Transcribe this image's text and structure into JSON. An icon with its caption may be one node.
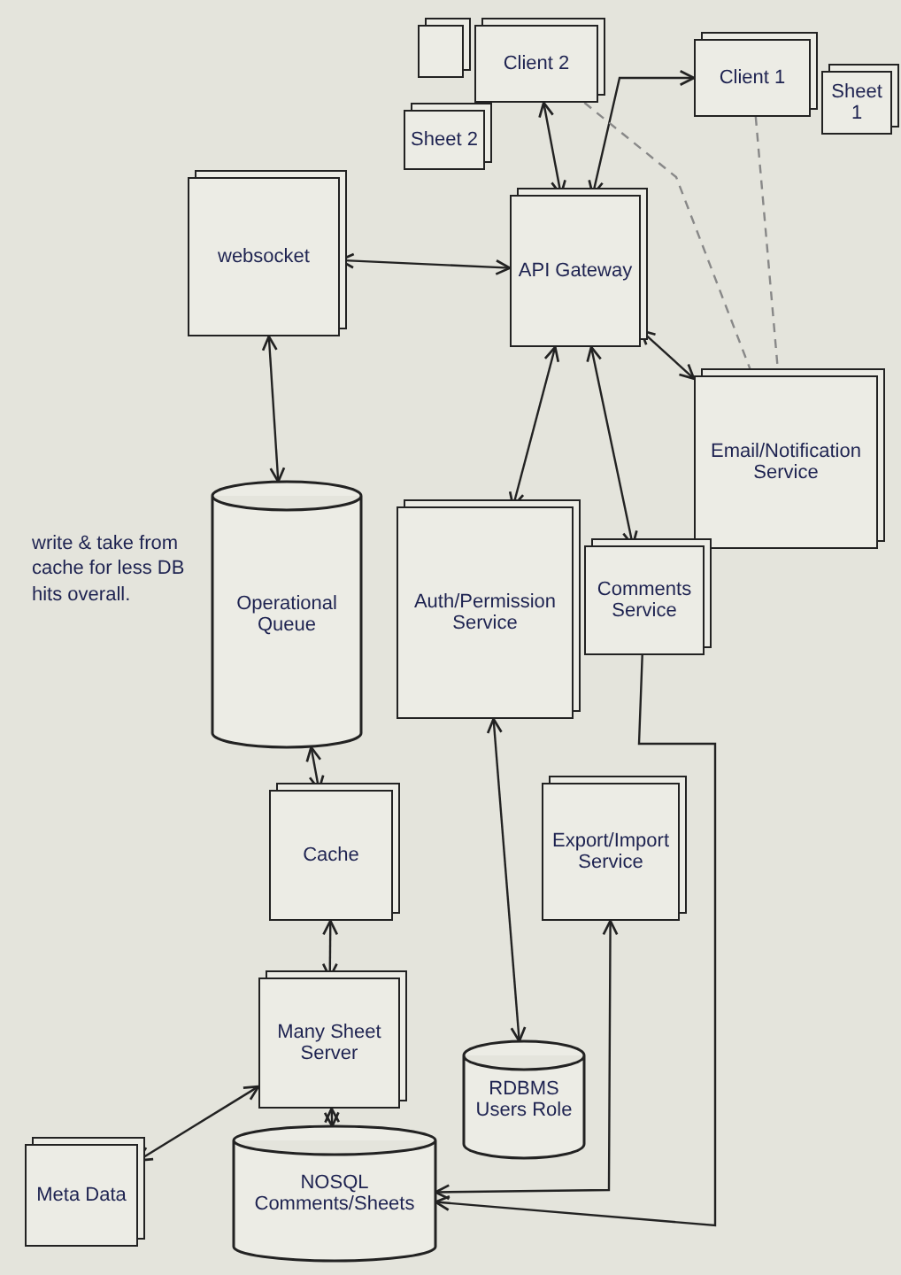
{
  "diagram": {
    "nodes": [
      {
        "text": [],
        "shape": "box"
      },
      {
        "text": [
          "Client 2"
        ]
      },
      {
        "text": [
          "Sheet 2"
        ]
      },
      {
        "text": [
          "Client 1"
        ]
      },
      {
        "text": [
          "Sheet 1"
        ]
      },
      {
        "text": [
          "API Gateway"
        ]
      },
      {
        "text": [
          "websocket"
        ]
      },
      {
        "text": [
          "Email/Notification Service"
        ]
      },
      {
        "text": [
          "Operational Queue"
        ]
      },
      {
        "text": [
          "Auth/Permission Service"
        ]
      },
      {
        "text": [
          "Comments Service"
        ]
      },
      {
        "text": [
          "Cache"
        ]
      },
      {
        "text": [
          "Export/Import Service"
        ]
      },
      {
        "text": [
          "Many Sheet Server"
        ]
      },
      {
        "text": [
          "NOSQL Comments/Sheets"
        ]
      },
      {
        "text": [
          "RDBMS Users Role"
        ]
      },
      {
        "text": [
          "Meta Data"
        ]
      }
    ],
    "edges": [
      {
        "from": 1,
        "to": 5,
        "arrow": "both"
      },
      {
        "from": 3,
        "to": 5,
        "arrow": "both"
      },
      {
        "from": 1,
        "to": 7,
        "arrow": "none",
        "style": "dashed",
        "color": "#888888"
      },
      {
        "from": 3,
        "to": 7,
        "arrow": "none",
        "style": "dashed",
        "color": "#888888"
      },
      {
        "from": 6,
        "to": 5,
        "arrow": "both"
      },
      {
        "from": 5,
        "to": 7,
        "arrow": "both"
      },
      {
        "from": 5,
        "to": 9,
        "arrow": "both"
      },
      {
        "from": 5,
        "to": 10,
        "arrow": "both"
      },
      {
        "from": 6,
        "to": 8,
        "arrow": "both"
      },
      {
        "from": 8,
        "to": 11,
        "arrow": "both"
      },
      {
        "from": 11,
        "to": 13,
        "arrow": "both"
      },
      {
        "from": 13,
        "to": 14,
        "arrow": "both"
      },
      {
        "from": 13,
        "to": 16,
        "arrow": "both"
      },
      {
        "from": 9,
        "to": 15,
        "arrow": "both"
      },
      {
        "from": 10,
        "to": 14,
        "arrow": "to"
      },
      {
        "from": 12,
        "to": 14,
        "arrow": "both"
      }
    ],
    "labels": [
      "write & take from cache for less DB hits overall."
    ]
  }
}
